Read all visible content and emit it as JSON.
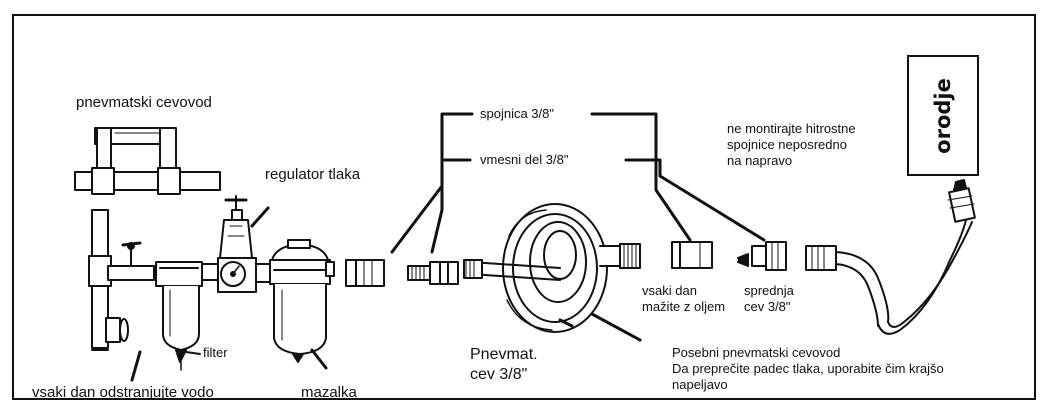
{
  "labels": {
    "pneumatic_line": "pnevmatski cevovod",
    "pressure_regulator": "regulator tlaka",
    "filter": "filter",
    "drain_daily": "vsaki dan odstranjujte vodo",
    "lubricator": "mazalka",
    "coupling": "spojnica 3/8\"",
    "intermediate_part": "vmesni del 3/8\"",
    "hose_title": "Pnevmat.\ncev 3/8\"",
    "oil_daily": "vsaki dan\nmažite z oljem",
    "front_hose": "sprednja\n cev 3/8\"",
    "no_quick_coupling": "ne montirajte hitrostne\nspojnice neposredno\nna napravo",
    "special_hose_note": "Posebni pnevmatski cevovod\nDa preprečite padec tlaka, uporabite čim krajšo\n   napeljavo",
    "tool": "orodje"
  }
}
